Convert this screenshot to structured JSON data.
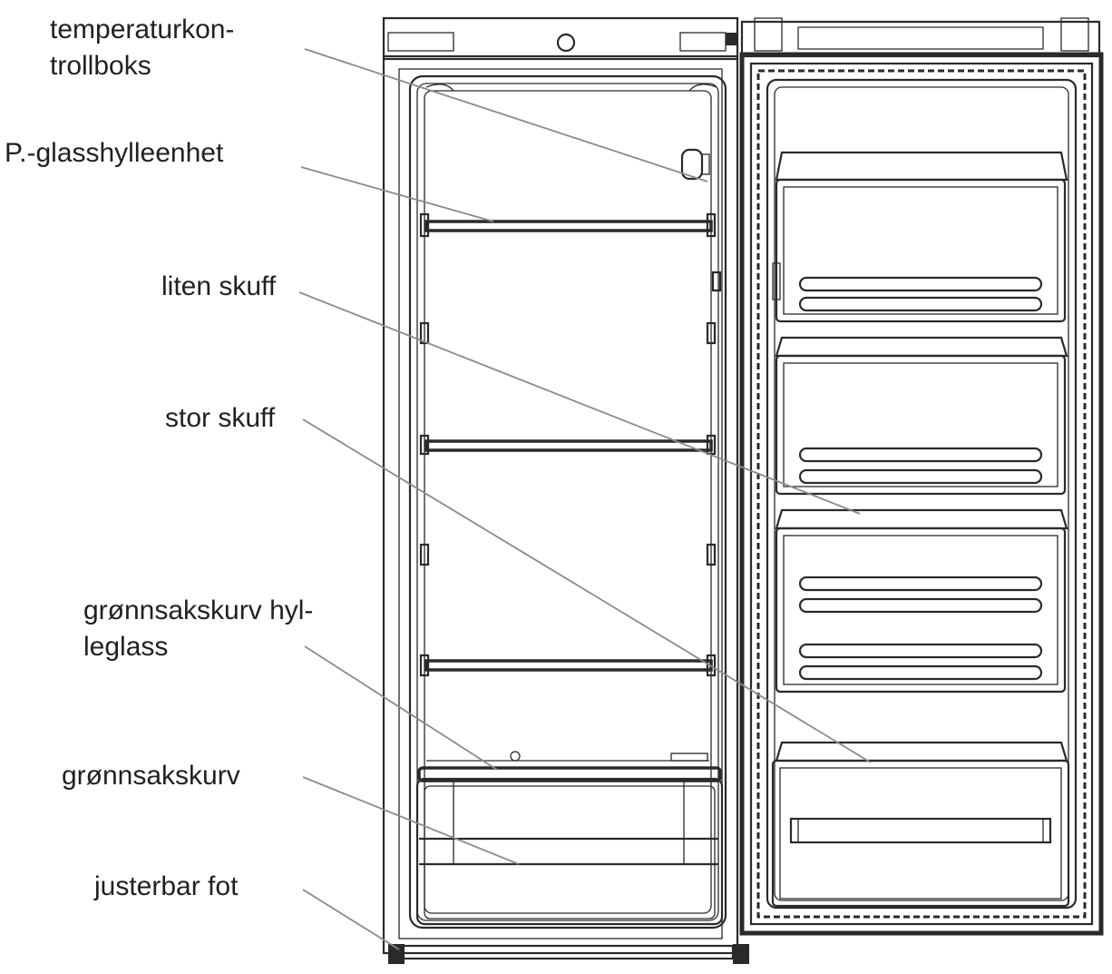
{
  "labels": {
    "temperature_box": [
      "temperaturkon-",
      "trollboks"
    ],
    "glass_shelf": [
      "P.-glasshylleenhet"
    ],
    "small_drawer": [
      "liten skuff"
    ],
    "large_drawer": [
      "stor skuff"
    ],
    "crisper_glass": [
      "grønnsakskurv hyl-",
      "leglass"
    ],
    "crisper": [
      "grønnsakskurv"
    ],
    "adjustable_foot": [
      "justerbar fot"
    ]
  }
}
